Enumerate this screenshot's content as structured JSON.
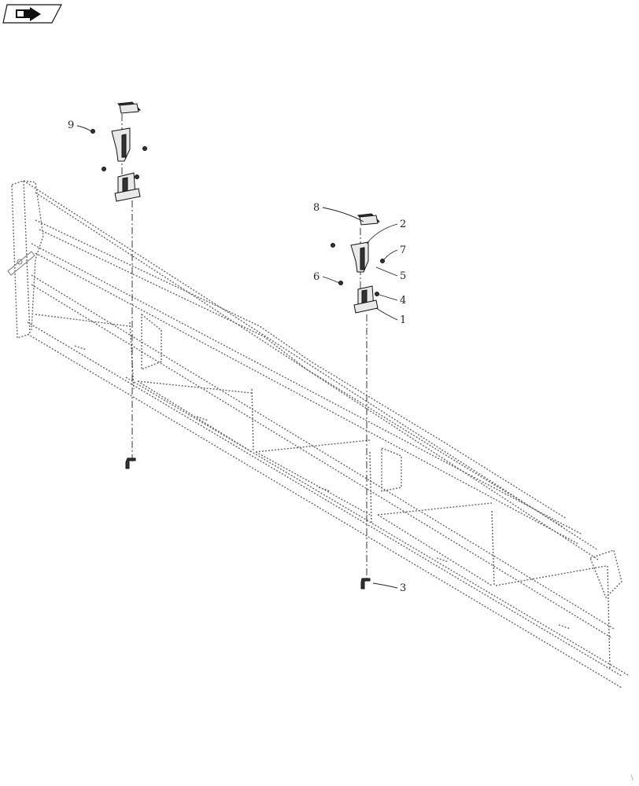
{
  "nav_icon": {
    "name": "back-arrow-icon"
  },
  "callouts": [
    "1",
    "2",
    "3",
    "4",
    "5",
    "6",
    "7",
    "8",
    "9"
  ],
  "corner_mark": "\\"
}
